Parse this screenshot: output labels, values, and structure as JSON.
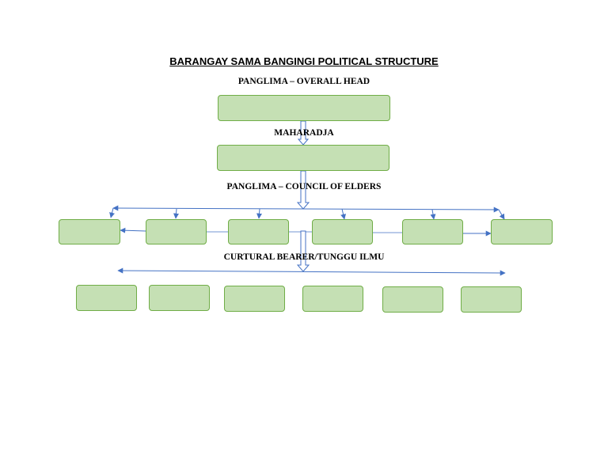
{
  "title": "BARANGAY SAMA BANGINGI POLITICAL STRUCTURE",
  "levels": {
    "panglima_head": "PANGLIMA – OVERALL HEAD",
    "maharadja": "MAHARADJA",
    "council": "PANGLIMA – COUNCIL OF ELDERS",
    "cultural_bearer": "CURTURAL BEARER/TUNGGU ILMU"
  },
  "colors": {
    "box_fill": "#c5e0b4",
    "box_border": "#70ad47",
    "connector": "#4472c4"
  }
}
